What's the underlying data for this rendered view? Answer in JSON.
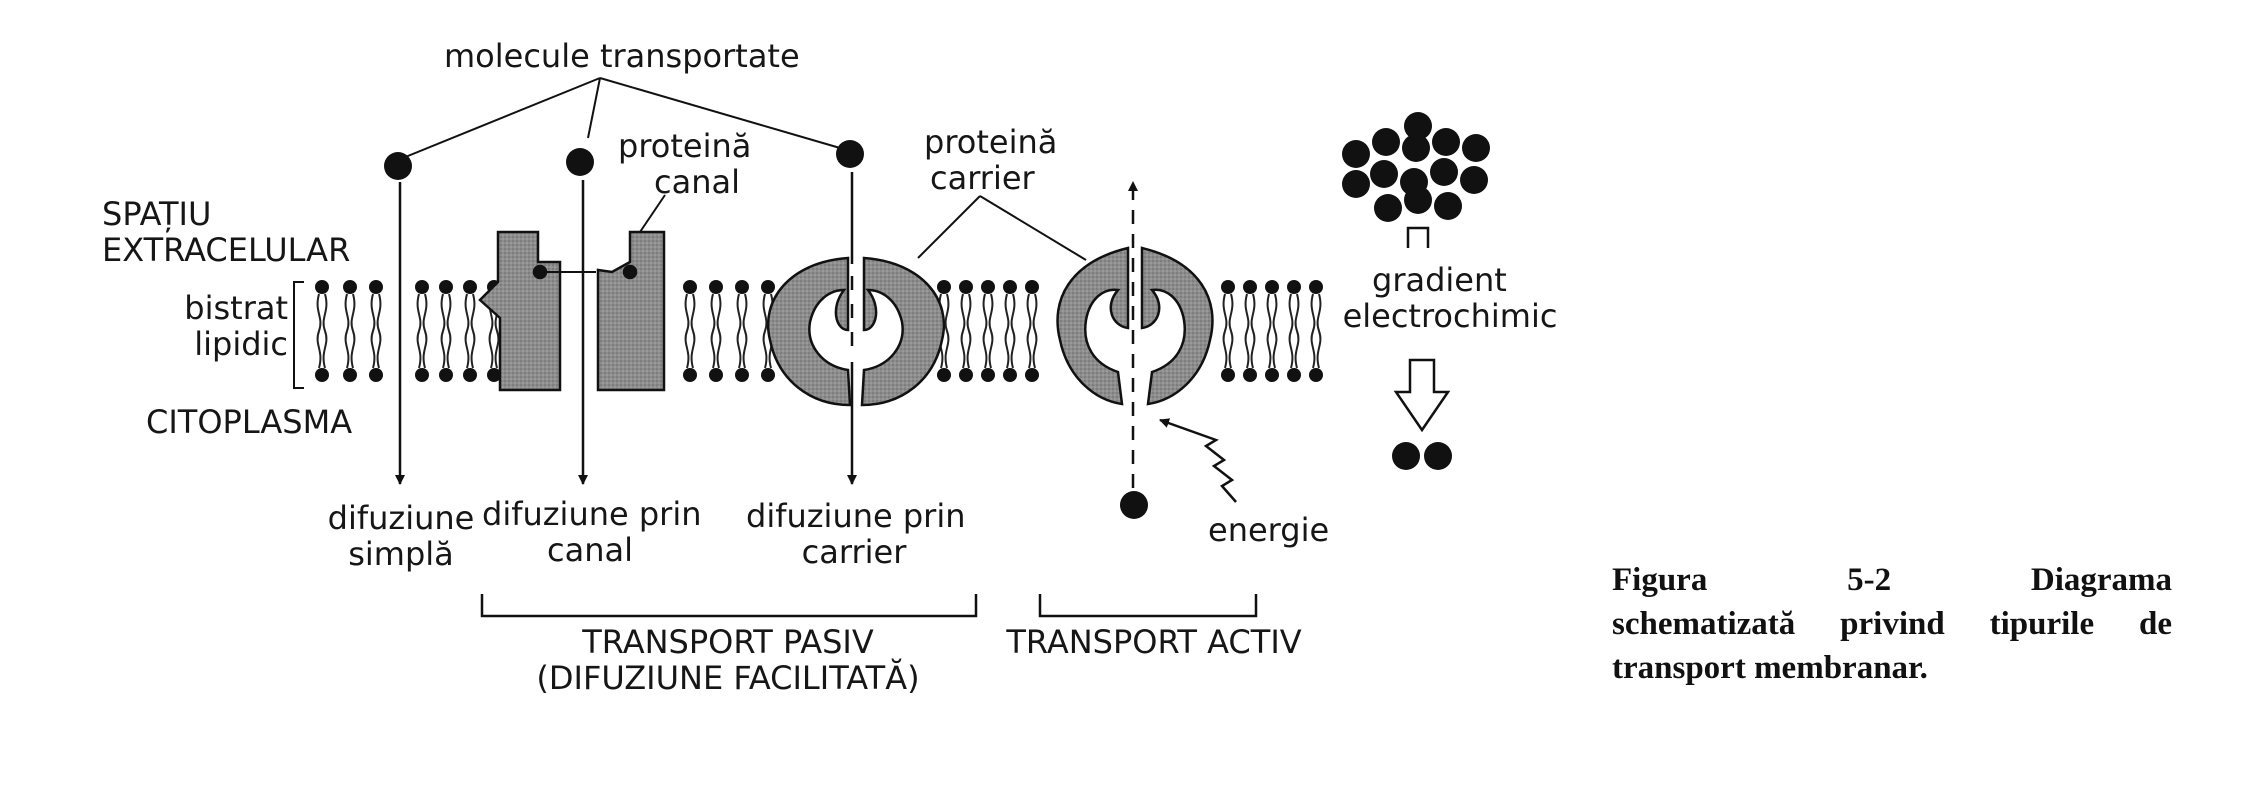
{
  "labels": {
    "molecules": "molecule transportate",
    "channel_protein": [
      "proteină",
      "canal"
    ],
    "carrier_protein": [
      "proteină",
      "carrier"
    ],
    "extracellular": [
      "SPAȚIU",
      "EXTRACELULAR"
    ],
    "bilayer": [
      "bistrat",
      "lipidic"
    ],
    "cytoplasm": "CITOPLASMA",
    "simple_diffusion": [
      "difuziune",
      "simplă"
    ],
    "channel_diffusion": [
      "difuziune prin",
      "canal"
    ],
    "carrier_diffusion": [
      "difuziune prin",
      "carrier"
    ],
    "energy": "energie",
    "gradient": [
      "gradient",
      "electrochimic"
    ],
    "passive": [
      "TRANSPORT PASIV",
      "(DIFUZIUNE FACILITATĂ)"
    ],
    "active": "TRANSPORT ACTIV"
  },
  "caption": {
    "fig": "Figura",
    "num": "5-2",
    "word": "Diagrama",
    "rest": "schematizată privind tipurile de transport membranar."
  }
}
